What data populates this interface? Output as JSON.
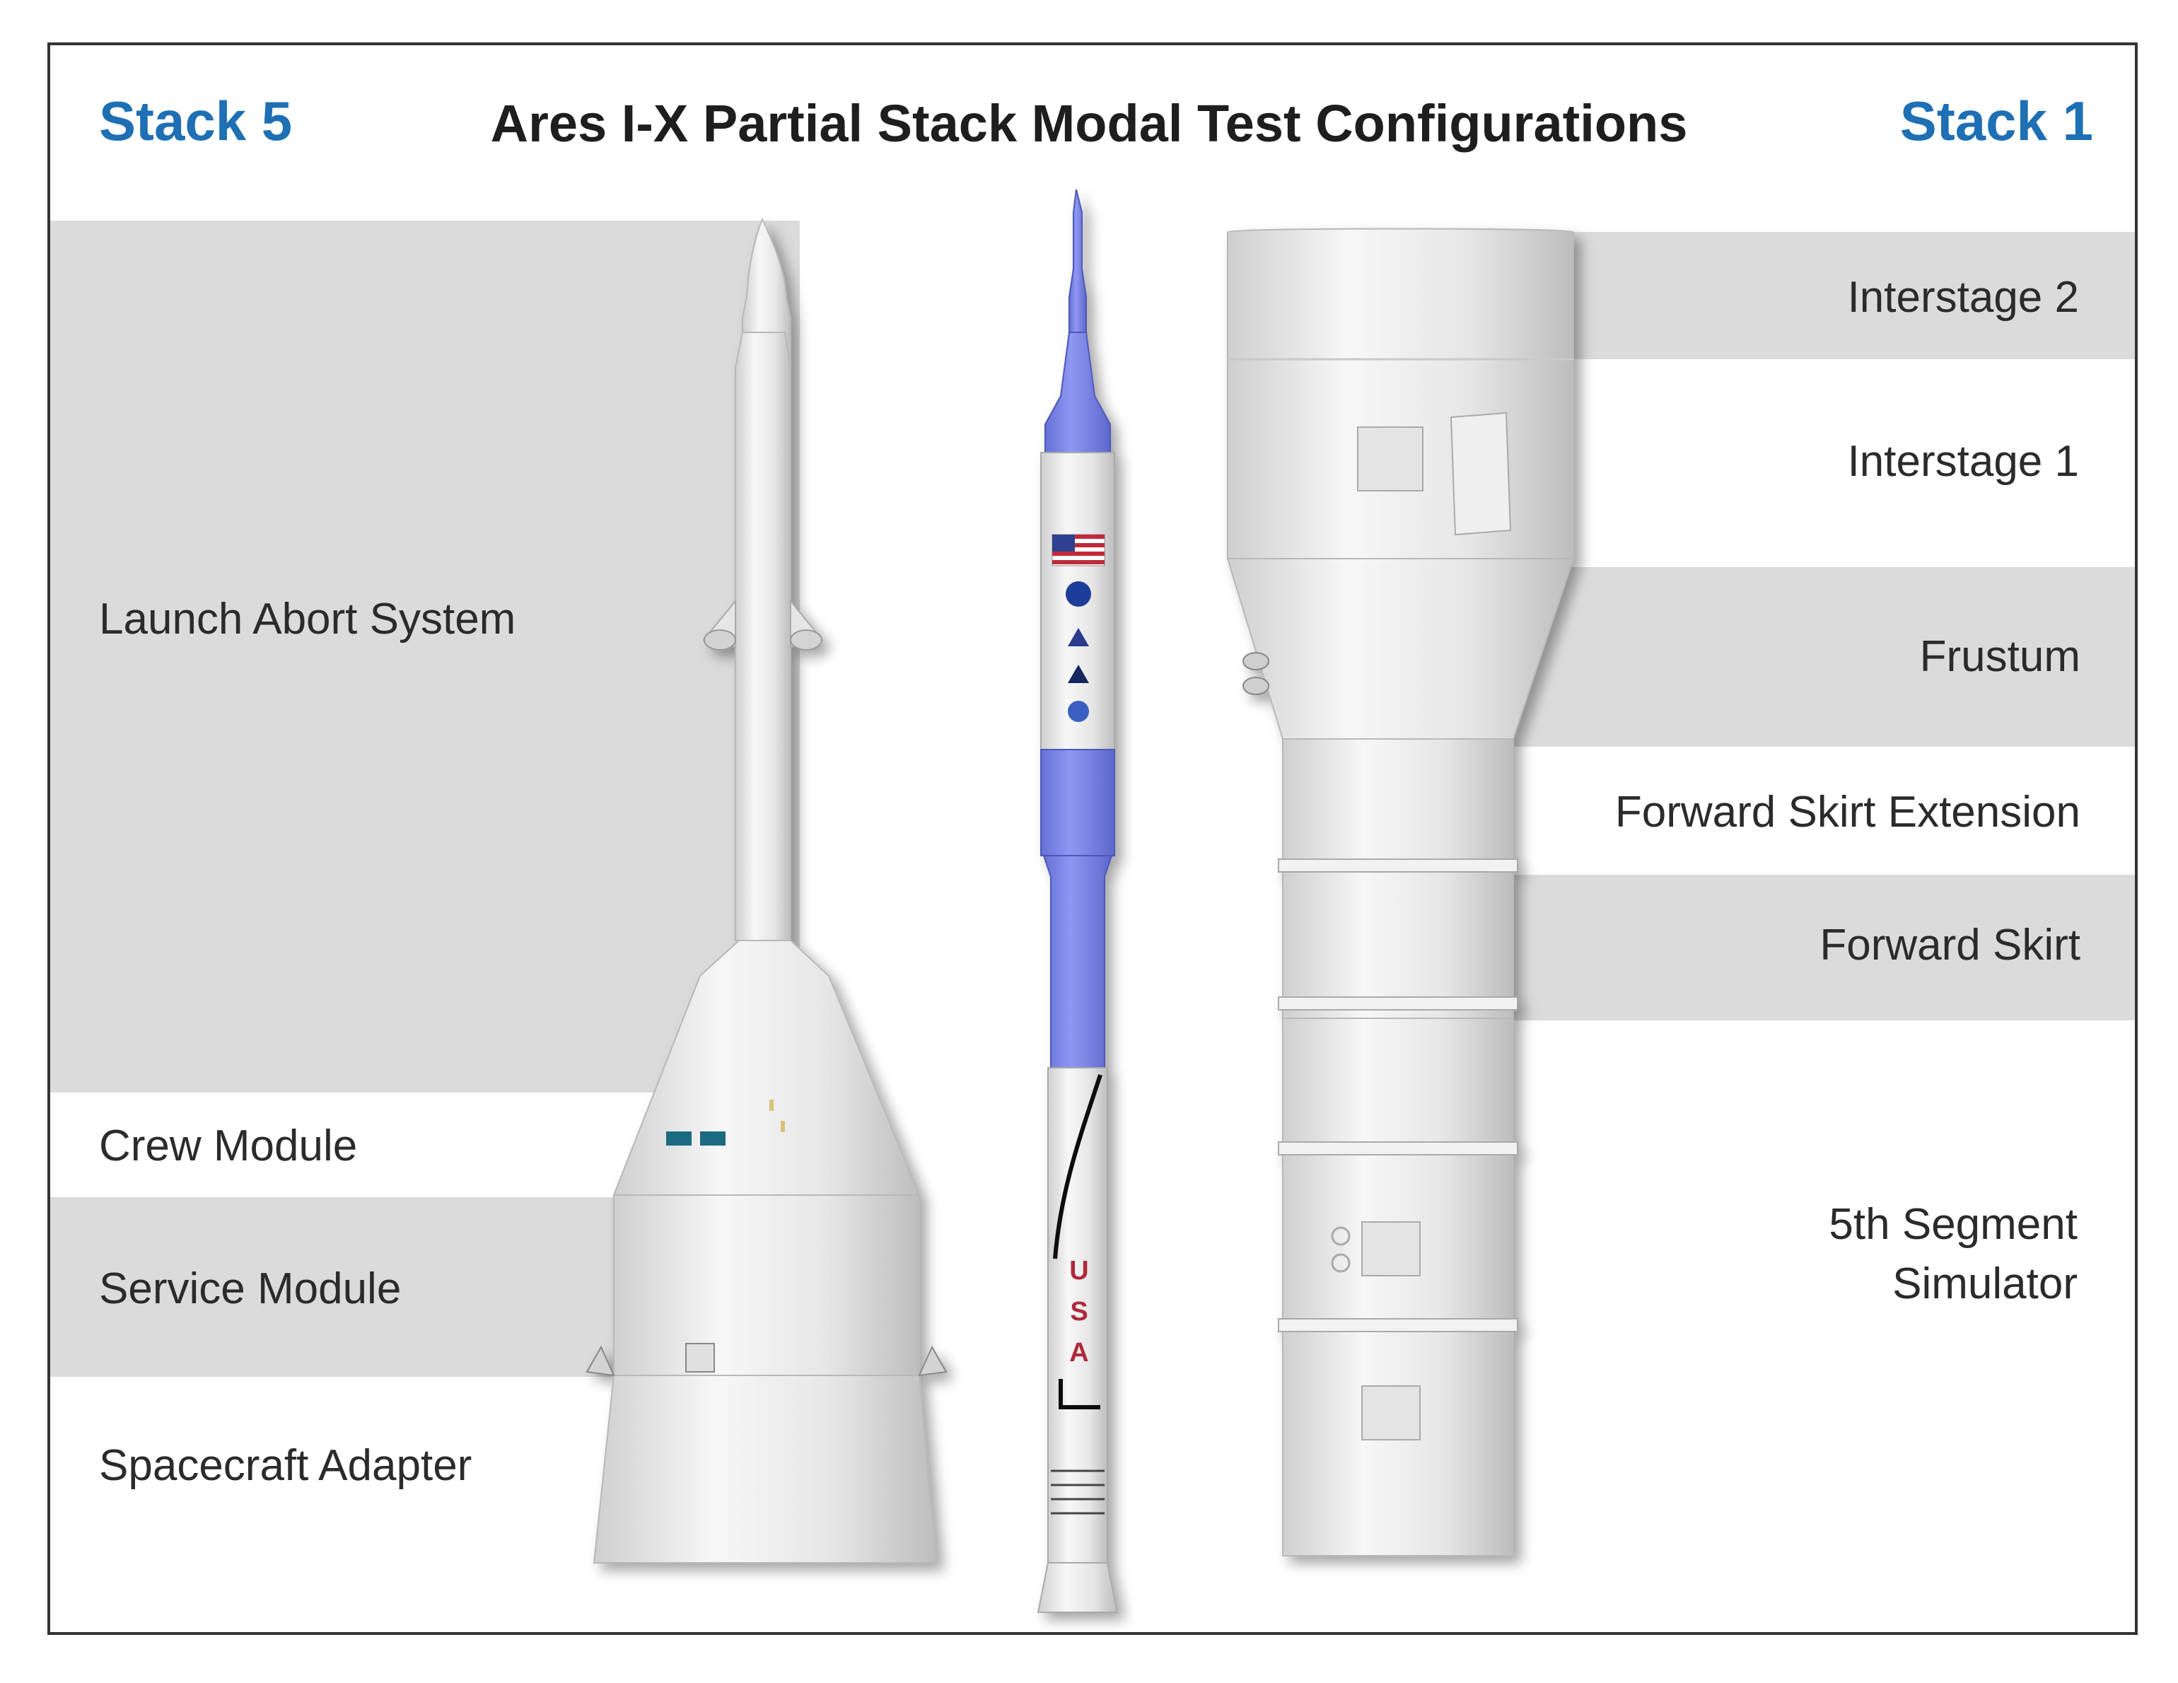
{
  "header": {
    "title": "Ares I-X Partial Stack Modal Test Configurations",
    "left_stack": "Stack 5",
    "right_stack": "Stack 1"
  },
  "left_labels": [
    "Launch Abort System",
    "Crew Module",
    "Service Module",
    "Spacecraft Adapter"
  ],
  "right_labels": {
    "interstage2": "Interstage 2",
    "interstage1": "Interstage 1",
    "frustum": "Frustum",
    "fwd_skirt_ext": "Forward Skirt Extension",
    "fwd_skirt": "Forward Skirt",
    "segment_line1": "5th Segment",
    "segment_line2": "Simulator"
  },
  "rocket_markings": [
    "U",
    "S",
    "A"
  ],
  "colors": {
    "stack_title": "#1e6fb4",
    "band_gray": "#dcdbdc",
    "rocket_blue": "#7b86ea",
    "usa_red": "#b0283a"
  }
}
